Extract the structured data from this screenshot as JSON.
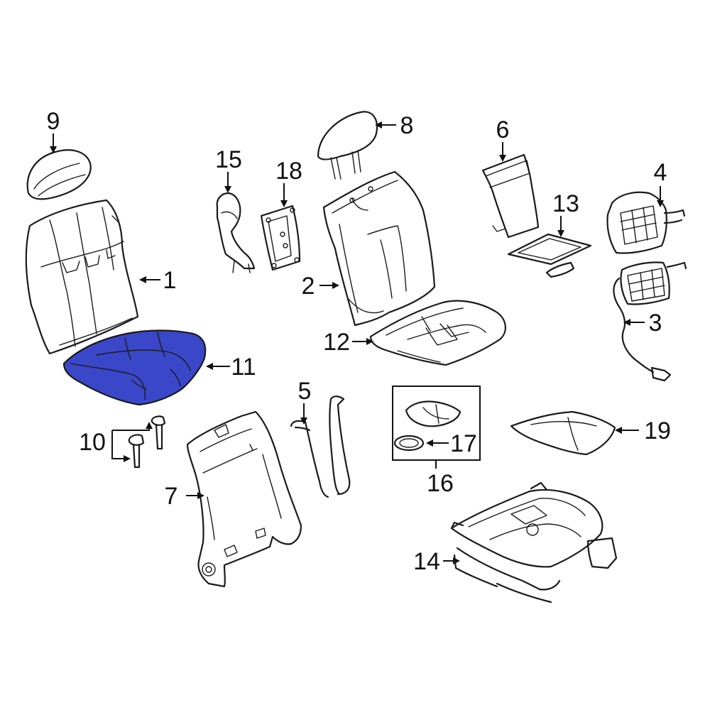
{
  "diagram": {
    "highlight_color": "#3a47c8",
    "callouts": [
      {
        "id": "c1",
        "label": "1"
      },
      {
        "id": "c2",
        "label": "2"
      },
      {
        "id": "c3",
        "label": "3"
      },
      {
        "id": "c4",
        "label": "4"
      },
      {
        "id": "c5",
        "label": "5"
      },
      {
        "id": "c6",
        "label": "6"
      },
      {
        "id": "c7",
        "label": "7"
      },
      {
        "id": "c8",
        "label": "8"
      },
      {
        "id": "c9",
        "label": "9"
      },
      {
        "id": "c10",
        "label": "10"
      },
      {
        "id": "c11",
        "label": "11"
      },
      {
        "id": "c12",
        "label": "12"
      },
      {
        "id": "c13",
        "label": "13"
      },
      {
        "id": "c14",
        "label": "14"
      },
      {
        "id": "c15",
        "label": "15"
      },
      {
        "id": "c16",
        "label": "16"
      },
      {
        "id": "c17",
        "label": "17"
      },
      {
        "id": "c18",
        "label": "18"
      },
      {
        "id": "c19",
        "label": "19"
      }
    ]
  }
}
